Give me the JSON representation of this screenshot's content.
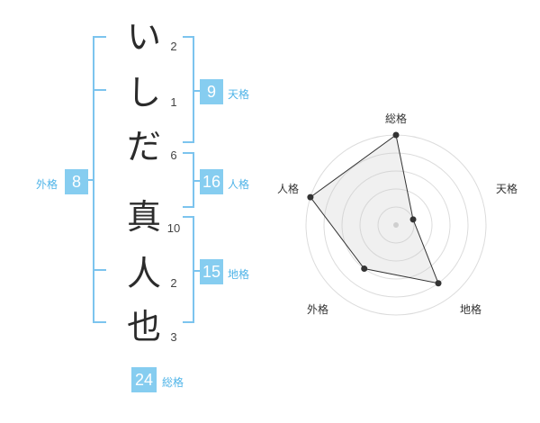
{
  "name": {
    "surname": [
      {
        "char": "い",
        "strokes": "2"
      },
      {
        "char": "し",
        "strokes": "1"
      },
      {
        "char": "だ",
        "strokes": "6"
      }
    ],
    "given": [
      {
        "char": "真",
        "strokes": "10"
      },
      {
        "char": "人",
        "strokes": "2"
      },
      {
        "char": "也",
        "strokes": "3"
      }
    ]
  },
  "fortune": {
    "tenkaku": {
      "value": "9",
      "label": "天格"
    },
    "jinkaku": {
      "value": "16",
      "label": "人格"
    },
    "chikaku": {
      "value": "15",
      "label": "地格"
    },
    "gaikaku": {
      "value": "8",
      "label": "外格"
    },
    "soukaku": {
      "value": "24",
      "label": "総格"
    }
  },
  "colors": {
    "accent": "#86cdf0",
    "label": "#4fb4e8",
    "bracket": "#7cc4ee"
  },
  "chart_data": {
    "type": "radar",
    "axes": [
      "総格",
      "天格",
      "地格",
      "外格",
      "人格"
    ],
    "values": [
      5,
      1,
      4,
      3,
      5
    ],
    "max": 5,
    "rings": 5
  }
}
